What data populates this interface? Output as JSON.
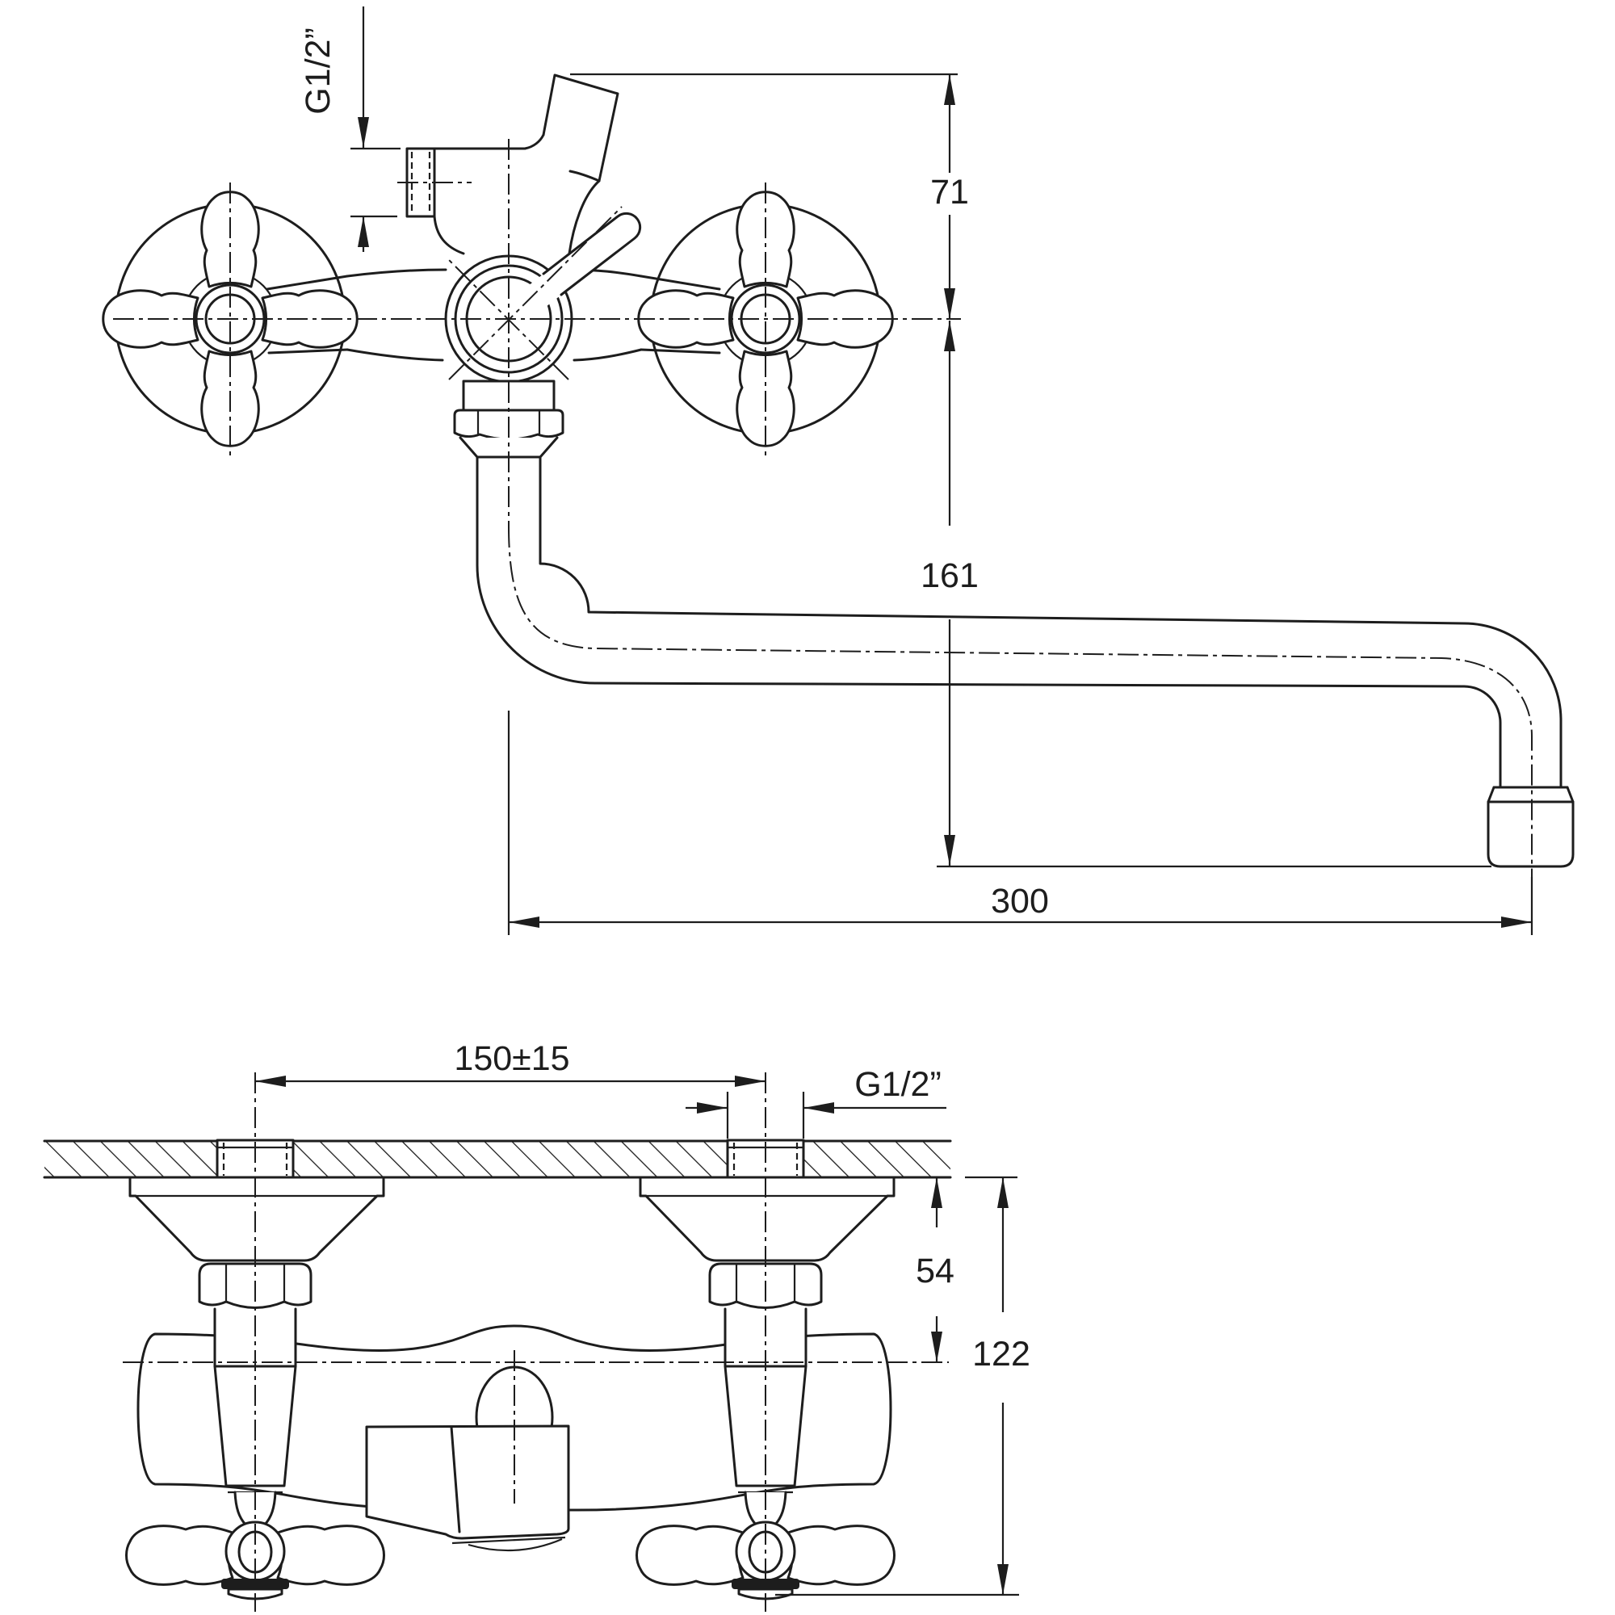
{
  "drawing": {
    "kind": "technical dimensional drawing",
    "subject": "wall-mounted two-handle bath mixer faucet with long swivel spout",
    "background_color": "#ffffff",
    "line_color": "#1d1d1d",
    "views": {
      "front_view": {
        "name": "front elevation",
        "dimensions": {
          "shower_thread": "G1/2”",
          "top_to_axis_height": "71",
          "axis_to_spout_outlet": "161",
          "spout_reach": "300"
        }
      },
      "plan_view": {
        "name": "wall mounting plan view",
        "dimensions": {
          "connector_spacing": "150±15",
          "connector_thread": "G1/2”",
          "wall_to_body_axis": "54",
          "wall_to_handle_end": "122"
        }
      }
    }
  }
}
